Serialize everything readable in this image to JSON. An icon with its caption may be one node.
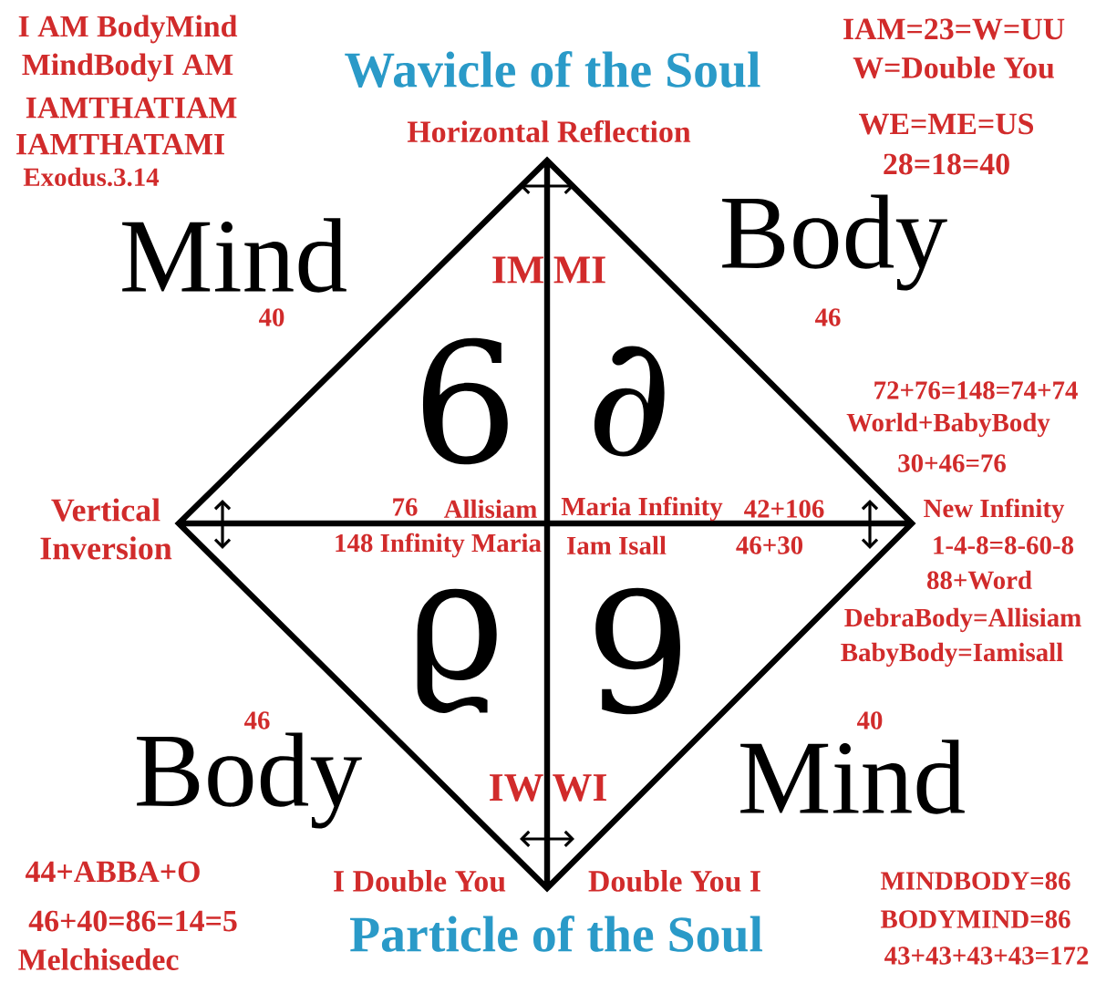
{
  "diagram": {
    "title": "Wavicle of the Soul",
    "caption": "Particle of the Soul",
    "labels": [
      "I AM BodyMind",
      "MindBodyI AM",
      "IAMTHATIAM",
      "IAMTHATAMI",
      "Exodus.3.14",
      "IAM=23=W=UU",
      "W=Double You",
      "Horizontal Reflection",
      "WE=ME=US",
      "28=18=40",
      "Mind",
      "IM",
      "MI",
      "Body",
      "40",
      "46",
      "6",
      "∂",
      "72+76=148=74+74",
      "World+BabyBody",
      "30+46=76",
      "Vertical Inversion",
      "76",
      "Allisiam",
      "Maria Infinity",
      "42+106",
      "New Infinity",
      "148 Infinity Maria",
      "Iam Isall",
      "46+30",
      "1-4-8=8-60-8",
      "88+Word",
      "DebraBody=Allisiam",
      "BabyBody=Iamisall",
      "ϱ",
      "9",
      "46",
      "40",
      "Body",
      "IW",
      "WI",
      "Mind",
      "44+ABBA+O",
      "I Double You",
      "Double You I",
      "MINDBODY=86",
      "46+40=86=14=5",
      "BODYMIND=86",
      "Melchisedec",
      "43+43+43+43=172"
    ]
  }
}
